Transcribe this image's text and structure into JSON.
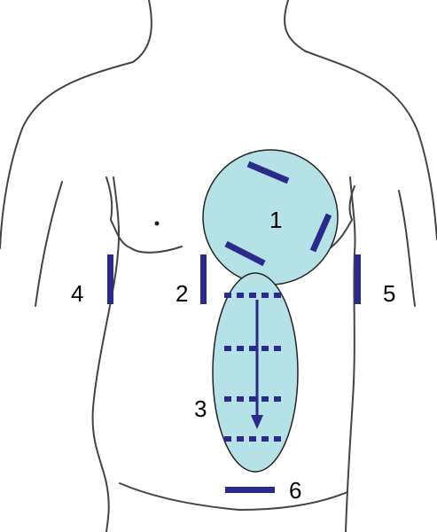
{
  "colors": {
    "outline": "#444444",
    "region_fill": "#b5e2e6",
    "region_stroke": "#222222",
    "marker": "#2b2a8c",
    "label": "#000000"
  },
  "labels": {
    "region_1": "1",
    "marker_2": "2",
    "region_3": "3",
    "marker_4": "4",
    "marker_5": "5",
    "marker_6": "6"
  }
}
